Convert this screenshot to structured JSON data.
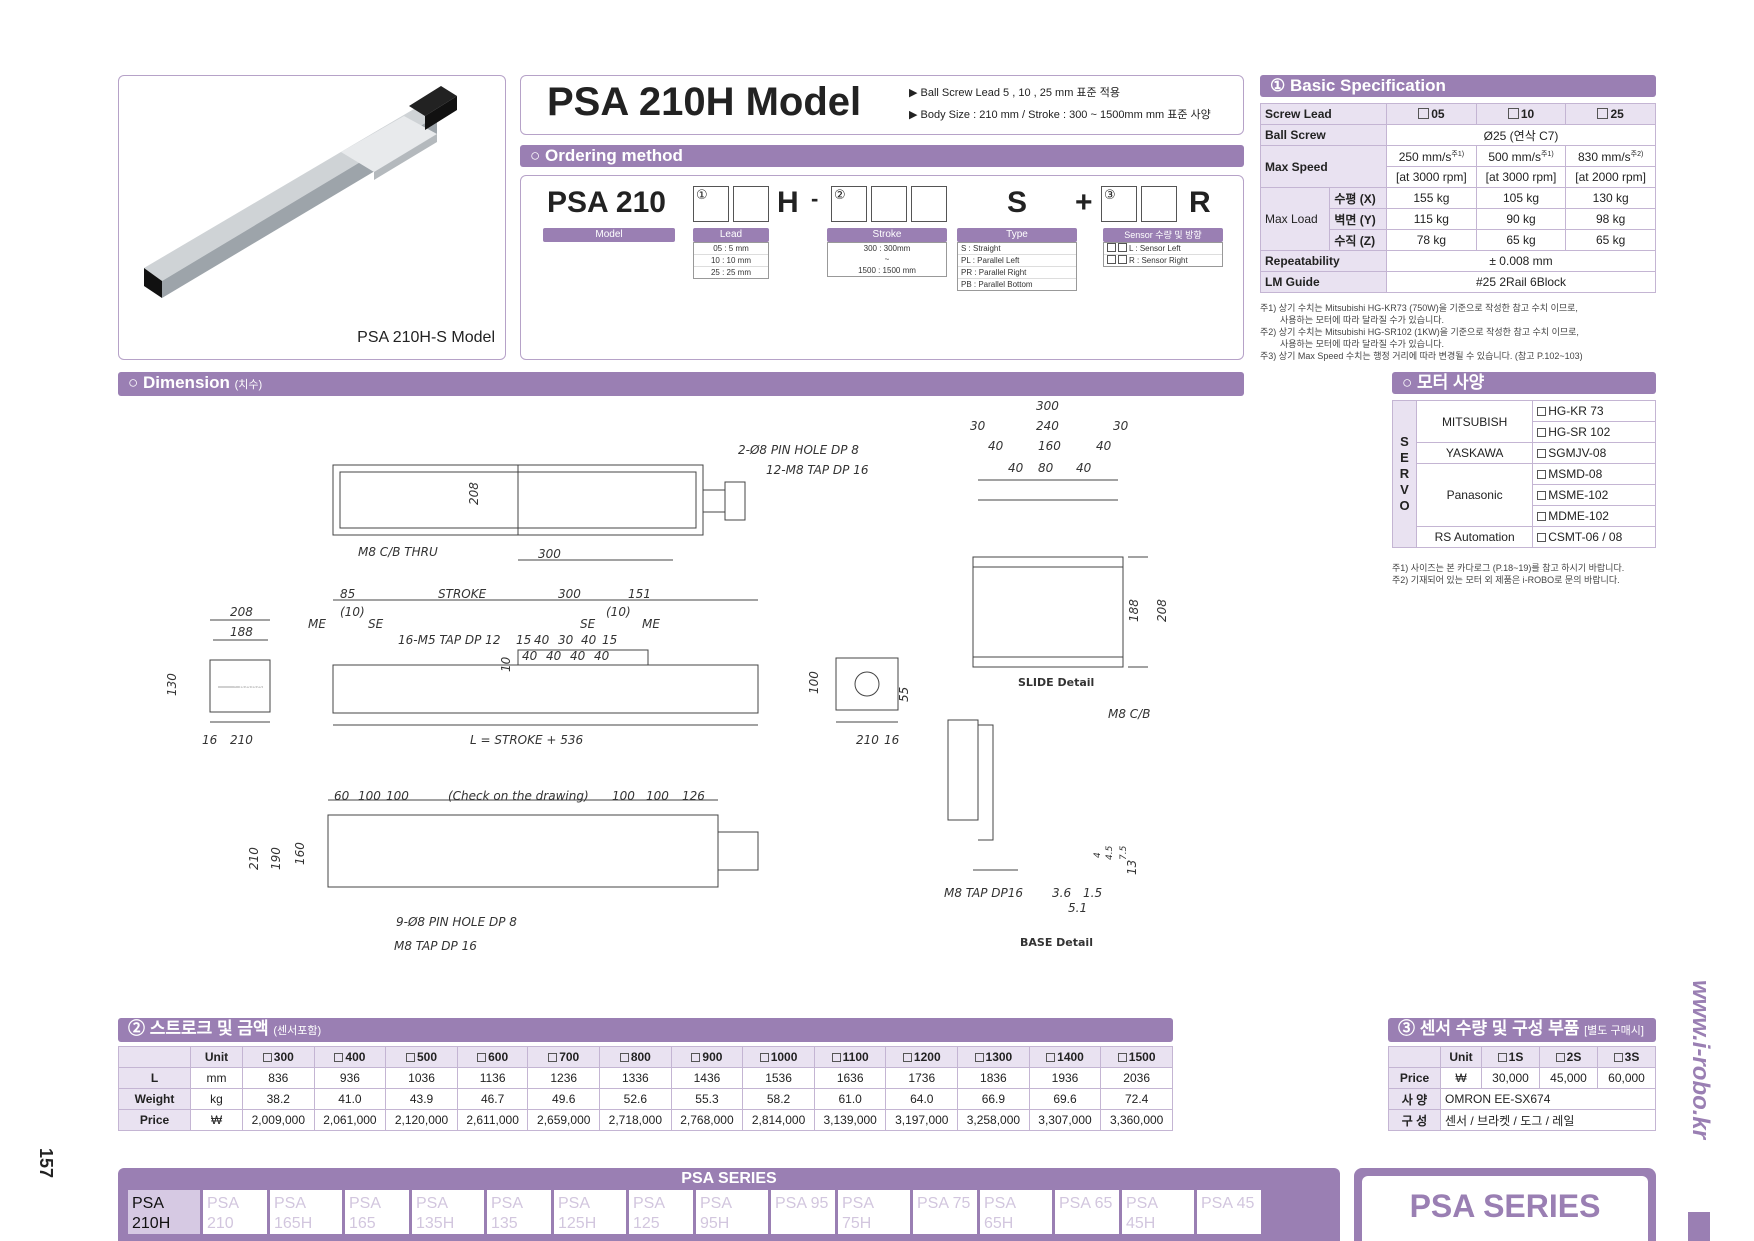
{
  "product": {
    "title": "PSA 210H Model",
    "bullet1": "▶ Ball Screw Lead 5 , 10 , 25 mm 표준 적용",
    "bullet2": "▶ Body Size : 210 mm / Stroke : 300 ~ 1500mm mm 표준 사양",
    "image_caption": "PSA 210H-S Model"
  },
  "ordering": {
    "header": "○ Ordering method",
    "prefix": "PSA 210",
    "circle1": "①",
    "h": "H",
    "dash": "-",
    "circle2": "②",
    "s": "S",
    "plus": "+",
    "circle3": "③",
    "r": "R",
    "model_label": "Model",
    "lead_label": "Lead",
    "lead_options": [
      "05 : 5 mm",
      "10 : 10 mm",
      "25 : 25 mm"
    ],
    "stroke_label": "Stroke",
    "stroke_options": [
      "300 : 300mm",
      "~",
      "1500 : 1500 mm"
    ],
    "type_label": "Type",
    "type_options": [
      "S : Straight",
      "PL : Parallel Left",
      "PR : Parallel Right",
      "PB : Parallel Bottom"
    ],
    "sensor_label": "Sensor 수량 및 방향",
    "sensor_options": [
      "L : Sensor Left",
      "R : Sensor Right"
    ]
  },
  "basic_spec": {
    "header": "① Basic Specification",
    "screw_lead_label": "Screw Lead",
    "leads": [
      "05",
      "10",
      "25"
    ],
    "ball_screw_label": "Ball Screw",
    "ball_screw_value": "Ø25 (연삭 C7)",
    "max_speed_label": "Max Speed",
    "max_speeds": [
      "250 mm/s",
      "500 mm/s",
      "830 mm/s"
    ],
    "speed_notes": [
      "주1)",
      "주1)",
      "주2)"
    ],
    "rpms": [
      "[at 3000 rpm]",
      "[at 3000 rpm]",
      "[at 2000 rpm]"
    ],
    "max_load_label": "Max Load",
    "load_rows": [
      {
        "dir": "수평 (X)",
        "values": [
          "155 kg",
          "105 kg",
          "130 kg"
        ]
      },
      {
        "dir": "벽면 (Y)",
        "values": [
          "115 kg",
          "90 kg",
          "98 kg"
        ]
      },
      {
        "dir": "수직 (Z)",
        "values": [
          "78 kg",
          "65 kg",
          "65 kg"
        ]
      }
    ],
    "repeatability_label": "Repeatability",
    "repeatability_value": "± 0.008 mm",
    "lm_guide_label": "LM Guide",
    "lm_guide_value": "#25 2Rail 6Block",
    "notes": [
      "주1) 상기 수치는 Mitsubishi HG-KR73 (750W)을 기준으로 작성한 참고 수치 이므로,",
      "사용하는 모터에 따라 달라질 수가 있습니다.",
      "주2) 상기 수치는 Mitsubishi HG-SR102 (1KW)을 기준으로 작성한 참고 수치 이므로,",
      "사용하는 모터에 따라 달라질 수가 있습니다.",
      "주3) 상기 Max Speed 수치는 행정 거리에 따라 변경될 수 있습니다. (참고 P.102~103)"
    ]
  },
  "motor": {
    "header": "○ 모터 사양",
    "servo_letters": [
      "S",
      "E",
      "R",
      "V",
      "O"
    ],
    "rows": [
      {
        "brand": "MITSUBISH",
        "models": [
          "HG-KR 73",
          "HG-SR 102"
        ]
      },
      {
        "brand": "YASKAWA",
        "models": [
          "SGMJV-08"
        ]
      },
      {
        "brand": "Panasonic",
        "models": [
          "MSMD-08",
          "MSME-102",
          "MDME-102"
        ]
      },
      {
        "brand": "RS Automation",
        "models": [
          "CSMT-06 / 08"
        ]
      }
    ],
    "notes": [
      "주1) 사이즈는 본 카다로그 (P.18~19)를 참고 하시기 바랍니다.",
      "주2) 기재되어 있는 모터 외 제품은 i-ROBO로 문의 바랍니다."
    ]
  },
  "dimension": {
    "header": "○ Dimension",
    "header_sub": "(치수)",
    "labels": {
      "m8cb_thru": "M8 C/B THRU",
      "d300a": "300",
      "d208a": "208",
      "pin_hole": "2-Ø8 PIN HOLE DP 8",
      "tap12": "12-M8 TAP DP 16",
      "d300b": "300",
      "d30a": "30",
      "d240": "240",
      "d30b": "30",
      "d40a": "40",
      "d160": "160",
      "d40b": "40",
      "d40c": "40",
      "d80": "80",
      "d40d": "40",
      "d188a": "188",
      "d208b": "208",
      "slide_detail": "SLIDE Detail",
      "d85": "85",
      "stroke": "STROKE",
      "d300c": "300",
      "d151": "151",
      "me_left": "ME",
      "d10a": "(10)",
      "se_left": "SE",
      "se_right": "SE",
      "d10b": "(10)",
      "me_right": "ME",
      "tap16m5": "16-M5 TAP DP 12",
      "s15a": "15",
      "s40a": "40",
      "s30": "30",
      "s40b": "40",
      "s15b": "15",
      "s40c": "40",
      "s40d": "40",
      "s40e": "40",
      "s40f": "40",
      "d10c": "10",
      "l_formula": "L = STROKE + 536",
      "d208c": "208",
      "d188b": "188",
      "d130": "130",
      "d16a": "16",
      "d210a": "210",
      "d100": "100",
      "d55": "55",
      "d210b": "210",
      "d16b": "16",
      "m8cb": "M8 C/B",
      "m8tap": "M8 TAP DP16",
      "d36": "3.6",
      "d15": "1.5",
      "d51": "5.1",
      "d13": "13",
      "d75": "7.5",
      "d4": "4",
      "d45": "4.5",
      "base_detail": "BASE Detail",
      "b60": "60",
      "b100a": "100",
      "b100b": "100",
      "check": "(Check on the drawing)",
      "b100c": "100",
      "b100d": "100",
      "b126": "126",
      "d210c": "210",
      "d190": "190",
      "d160b": "160",
      "pin9": "9-Ø8 PIN HOLE DP 8",
      "m8tap16": "M8 TAP DP 16",
      "logo": "i-ROBO"
    }
  },
  "stroke_price": {
    "header": "② 스트로크 및 금액",
    "header_sub": "(센서포함)",
    "unit_label": "Unit",
    "strokes": [
      "300",
      "400",
      "500",
      "600",
      "700",
      "800",
      "900",
      "1000",
      "1100",
      "1200",
      "1300",
      "1400",
      "1500"
    ],
    "rows": [
      {
        "label": "L",
        "unit": "mm",
        "values": [
          "836",
          "936",
          "1036",
          "1136",
          "1236",
          "1336",
          "1436",
          "1536",
          "1636",
          "1736",
          "1836",
          "1936",
          "2036"
        ]
      },
      {
        "label": "Weight",
        "unit": "kg",
        "values": [
          "38.2",
          "41.0",
          "43.9",
          "46.7",
          "49.6",
          "52.6",
          "55.3",
          "58.2",
          "61.0",
          "64.0",
          "66.9",
          "69.6",
          "72.4"
        ]
      },
      {
        "label": "Price",
        "unit": "₩",
        "values": [
          "2,009,000",
          "2,061,000",
          "2,120,000",
          "2,611,000",
          "2,659,000",
          "2,718,000",
          "2,768,000",
          "2,814,000",
          "3,139,000",
          "3,197,000",
          "3,258,000",
          "3,307,000",
          "3,360,000"
        ]
      }
    ]
  },
  "sensor_parts": {
    "header": "③ 센서 수량 및 구성 부품",
    "header_sub": "[별도 구매시]",
    "unit_label": "Unit",
    "options": [
      "1S",
      "2S",
      "3S"
    ],
    "price_label": "Price",
    "price_unit": "₩",
    "prices": [
      "30,000",
      "45,000",
      "60,000"
    ],
    "spec_label": "사 양",
    "spec_value": "OMRON  EE-SX674",
    "comp_label": "구 성",
    "comp_value": "센서 / 브라켓 / 도그 / 레일"
  },
  "series": {
    "title": "PSA SERIES",
    "tabs": [
      "PSA 210H",
      "PSA 210",
      "PSA 165H",
      "PSA 165",
      "PSA 135H",
      "PSA 135",
      "PSA 125H",
      "PSA 125",
      "PSA 95H",
      "PSA 95",
      "PSA 75H",
      "PSA 75",
      "PSA 65H",
      "PSA 65",
      "PSA 45H",
      "PSA 45"
    ],
    "right_title": "PSA SERIES"
  },
  "page_number": "157",
  "website": "www.i-robo.kr",
  "colors": {
    "accent": "#9a7fb3",
    "light": "#e9e2f1"
  }
}
